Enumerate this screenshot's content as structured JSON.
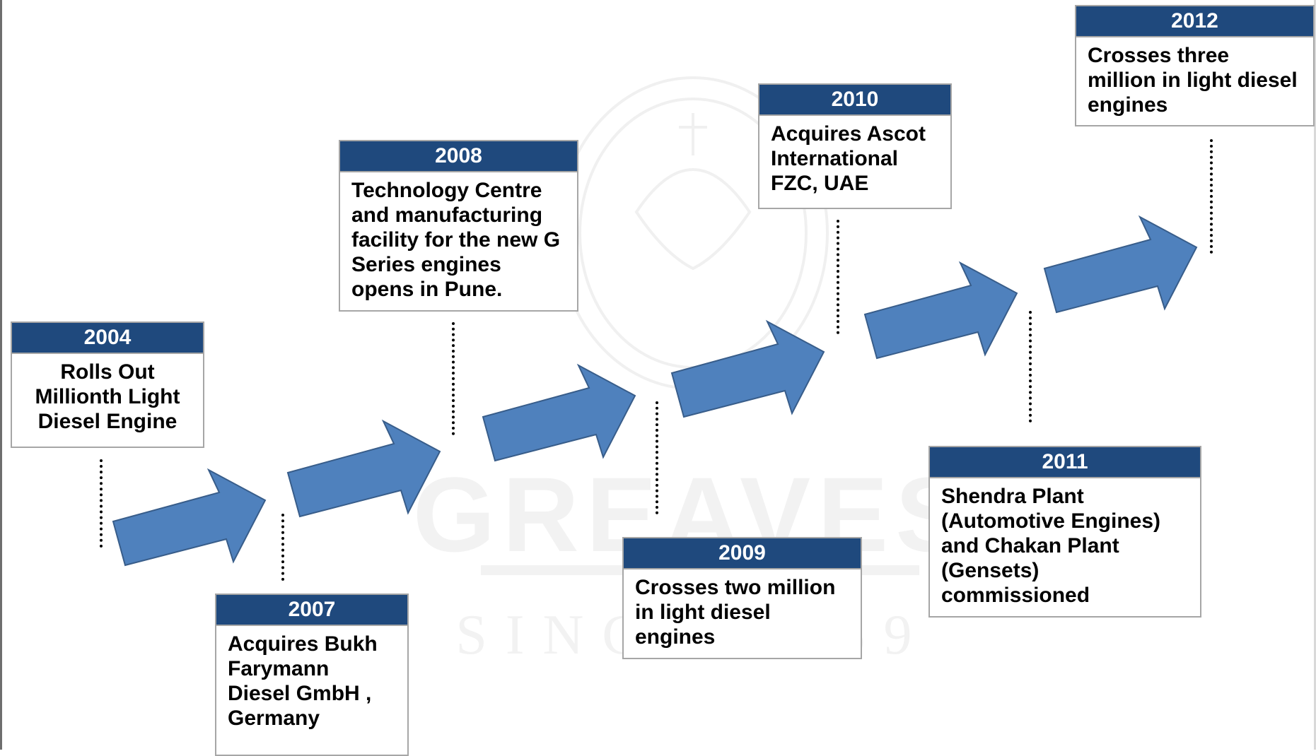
{
  "milestones": [
    {
      "year": "2004",
      "text": "Rolls Out Millionth Light Diesel Engine"
    },
    {
      "year": "2007",
      "text": "Acquires Bukh Farymann Diesel GmbH , Germany"
    },
    {
      "year": "2008",
      "text": "Technology Centre and manufacturing facility for the new G Series engines opens in Pune."
    },
    {
      "year": "2009",
      "text": "Crosses two million in light diesel engines"
    },
    {
      "year": "2010",
      "text": "Acquires Ascot International FZC, UAE"
    },
    {
      "year": "2011",
      "text": "Shendra Plant (Automotive Engines) and Chakan Plant (Gensets) commissioned"
    },
    {
      "year": "2012",
      "text": "Crosses three million in light diesel engines"
    }
  ],
  "watermark": {
    "brand": "GREAVES",
    "since": "SINCE 1859"
  },
  "colors": {
    "arrow_fill": "#4f81bd",
    "arrow_stroke": "#385d8a",
    "header_fill": "#1f497d",
    "card_border": "#a6a6a6",
    "watermark": "#f2f2f2"
  }
}
